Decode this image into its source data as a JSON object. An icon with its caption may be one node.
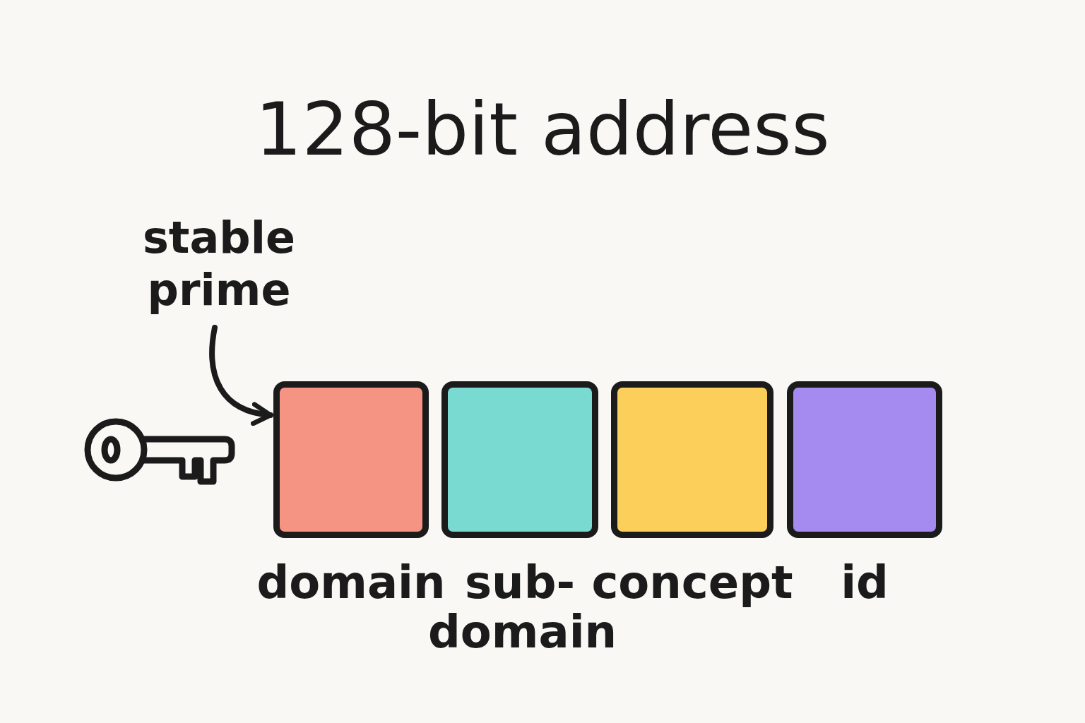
{
  "diagram": {
    "title": "128-bit address",
    "nodes": [
      {
        "text": [
          "stable prime"
        ]
      },
      {
        "text": [
          "domain"
        ]
      },
      {
        "text": [
          "sub- domain"
        ]
      },
      {
        "text": [
          "concept"
        ]
      },
      {
        "text": [
          "id"
        ]
      }
    ],
    "edges": [
      {
        "from": 0,
        "to": 1,
        "arrow": "to"
      }
    ]
  }
}
